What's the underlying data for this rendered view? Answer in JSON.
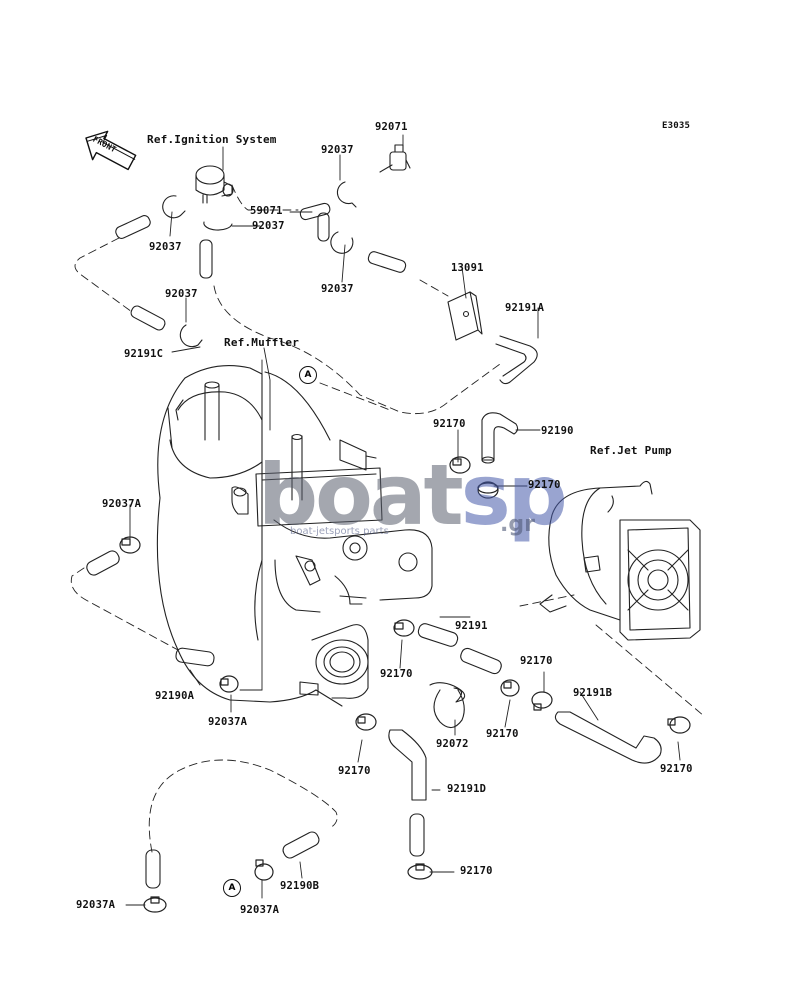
{
  "diagram_code": "E3035",
  "front_label": "FRONT",
  "refs": {
    "ignition": "Ref.Ignition System",
    "muffler": "Ref.Muffler",
    "jet_pump": "Ref.Jet Pump"
  },
  "callouts": {
    "a_top": "A",
    "a_bottom": "A"
  },
  "watermark": {
    "part1": "boat",
    "part2": "sp",
    "tld": ".gr",
    "sub": "boat-jetsports parts"
  },
  "parts": {
    "p92071": "92071",
    "p92037_top": "92037",
    "p59071": "59071",
    "p92037_mid": "92037",
    "p92037_left1": "92037",
    "p92037_right": "92037",
    "p13091": "13091",
    "p92037_left2": "92037",
    "p92191A": "92191A",
    "p92191C": "92191C",
    "p92170_a": "92170",
    "p92190": "92190",
    "p92170_b": "92170",
    "p92037A_left": "92037A",
    "p92191": "92191",
    "p92170_c": "92170",
    "p92170_d": "92170",
    "p92190A": "92190A",
    "p92037A_mid": "92037A",
    "p92191B": "92191B",
    "p92170_e": "92170",
    "p92072": "92072",
    "p92170_f": "92170",
    "p92170_g": "92170",
    "p92191D": "92191D",
    "p92170_h": "92170",
    "p92037A_bl": "92037A",
    "p92037A_bm": "92037A",
    "p92190B": "92190B"
  }
}
